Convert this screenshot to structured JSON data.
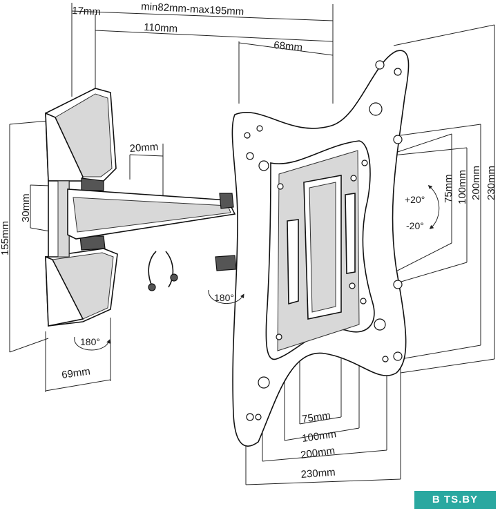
{
  "dimensions": {
    "depth_range": "min82mm-max195mm",
    "wall_plate_depth": "17mm",
    "arm_length": "110mm",
    "head_depth": "68mm",
    "arm_width": "20mm",
    "arm_height": "30mm",
    "wall_plate_height": "155mm",
    "wall_plate_width": "69mm",
    "vesa_v1": "75mm",
    "vesa_v2": "100mm",
    "vesa_v3": "200mm",
    "vesa_v4": "230mm",
    "vesa_h1": "75mm",
    "vesa_h2": "100mm",
    "vesa_h3": "200mm",
    "vesa_h4": "230mm"
  },
  "rotation": {
    "arm_swivel": "180°",
    "wall_swivel": "180°",
    "tilt_up": "+20°",
    "tilt_down": "-20°"
  },
  "watermark": "B TS.BY"
}
